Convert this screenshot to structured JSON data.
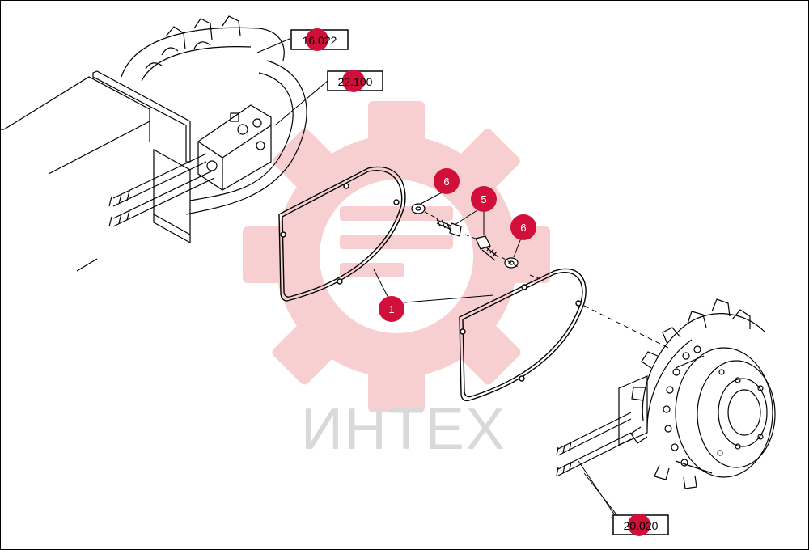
{
  "watermark": {
    "text": "ИНТЕХ",
    "gear_color": "#f4a9ad",
    "text_color": "#d9d9d9"
  },
  "reference_labels": [
    {
      "id": "ref-16022",
      "text": "16.022"
    },
    {
      "id": "ref-22100",
      "text": "22.100"
    },
    {
      "id": "ref-20020",
      "text": "20.020"
    }
  ],
  "callouts": [
    {
      "id": "callout-1",
      "number": "1"
    },
    {
      "id": "callout-5",
      "number": "5"
    },
    {
      "id": "callout-6a",
      "number": "6"
    },
    {
      "id": "callout-6b",
      "number": "6"
    }
  ],
  "colors": {
    "callout_fill": "#d0103a",
    "line": "#000000",
    "frame": "#000000"
  }
}
